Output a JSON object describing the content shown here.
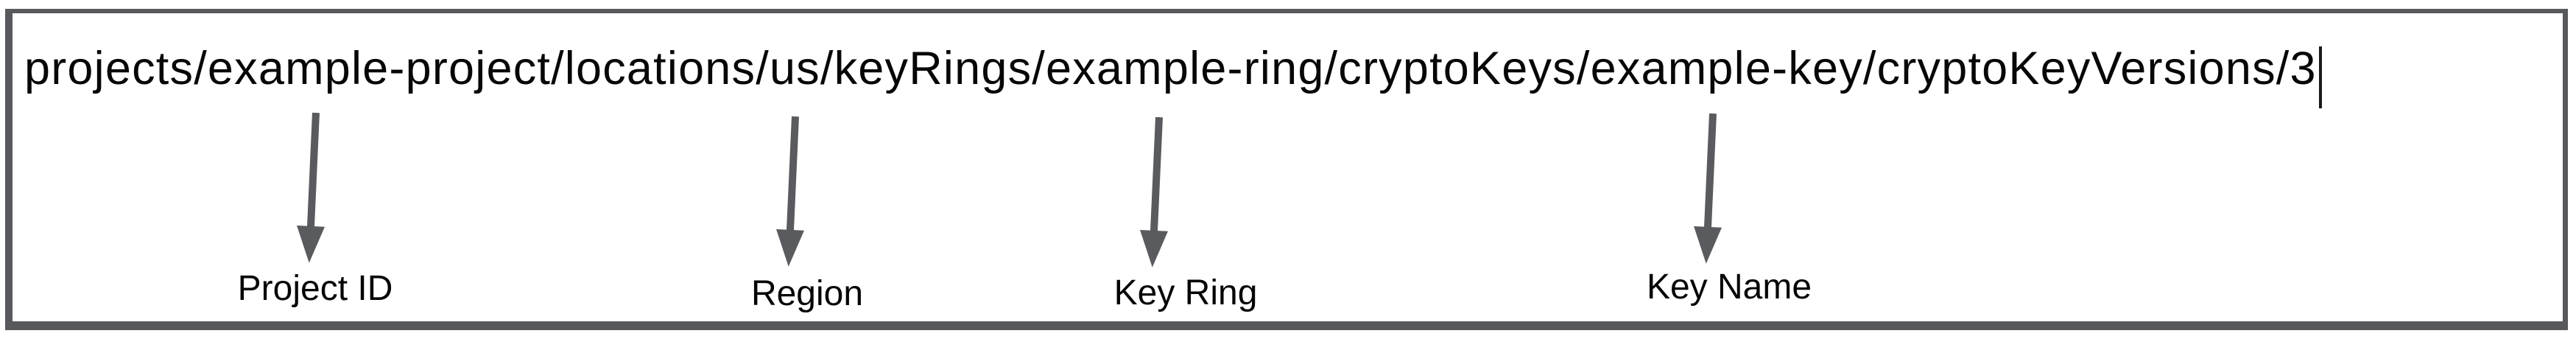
{
  "diagram": {
    "resource_path": "projects/example-project/locations/us/keyRings/example-ring/cryptoKeys/example-key/cryptoKeyVersions/3",
    "caret_visible": true,
    "annotations": [
      {
        "label": "Project ID",
        "points_to": "example-project"
      },
      {
        "label": "Region",
        "points_to": "us"
      },
      {
        "label": "Key Ring",
        "points_to": "example-ring"
      },
      {
        "label": "Key Name",
        "points_to": "example-key"
      }
    ],
    "colors": {
      "frame_border": "#58595c",
      "arrow": "#5a5b5e",
      "text": "#070707"
    }
  }
}
